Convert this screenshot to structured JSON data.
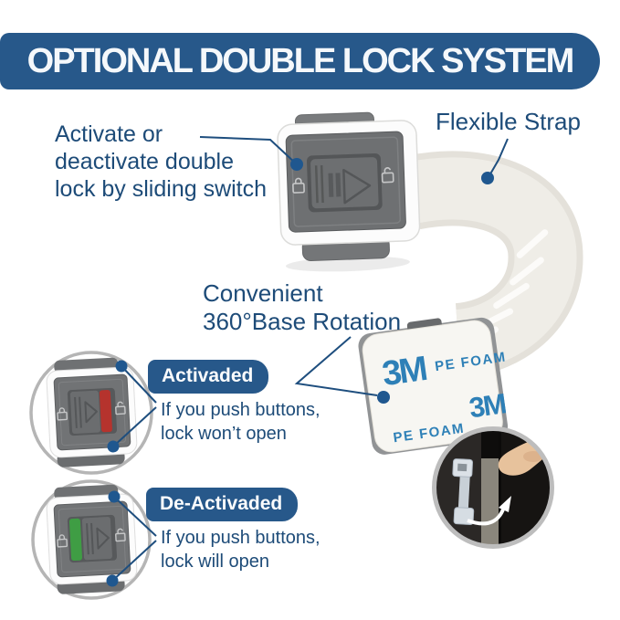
{
  "header": {
    "title": "OPTIONAL DOUBLE LOCK SYSTEM"
  },
  "annotations": {
    "switch_note": {
      "lines": [
        "Activate or",
        "deactivate double",
        "lock by sliding switch"
      ]
    },
    "strap_label": "Flexible Strap",
    "rotation_note": {
      "lines": [
        "Convenient",
        "360°Base Rotation"
      ]
    }
  },
  "pad": {
    "brand": "3M",
    "material": "PE FOAM"
  },
  "states": [
    {
      "badge": "Activaded",
      "desc_lines": [
        "If you push buttons,",
        "lock won’t open"
      ],
      "indicator_color": "#b5332d"
    },
    {
      "badge": "De-Activaded",
      "desc_lines": [
        "If you push buttons,",
        "lock will open"
      ],
      "indicator_color": "#3f9d44"
    }
  ],
  "colors": {
    "banner_blue": "#27588a",
    "text_navy": "#1d4b78",
    "callout_line": "#1e4e7e",
    "callout_dot": "#1f578f",
    "brand_blue": "#2e80b7"
  }
}
